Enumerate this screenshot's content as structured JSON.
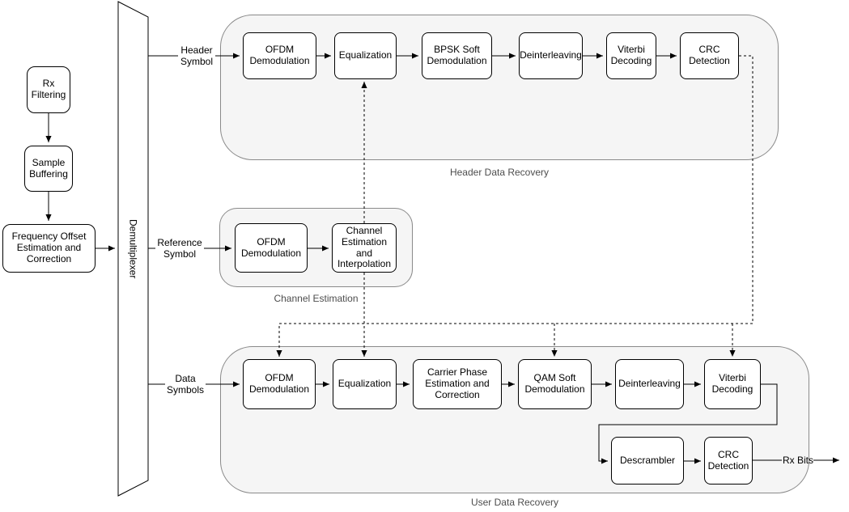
{
  "left_chain": {
    "rx_filtering": "Rx Filtering",
    "sample_buffering": "Sample Buffering",
    "frequency_offset": "Frequency Offset Estimation and Correction",
    "demultiplexer": "Demultiplexer"
  },
  "ports": {
    "header_symbol": [
      "Header",
      "Symbol"
    ],
    "reference_symbol": [
      "Reference",
      "Symbol"
    ],
    "data_symbols": [
      "Data",
      "Symbols"
    ],
    "rx_bits": "Rx Bits"
  },
  "header_recovery": {
    "label": "Header Data Recovery",
    "blocks": [
      "OFDM Demodulation",
      "Equalization",
      "BPSK Soft Demodulation",
      "Deinterleaving",
      "Viterbi Decoding",
      "CRC Detection"
    ]
  },
  "channel_estimation": {
    "label": "Channel Estimation",
    "blocks": [
      "OFDM Demodulation",
      "Channel Estimation and Interpolation"
    ]
  },
  "user_recovery": {
    "label": "User Data Recovery",
    "blocks": [
      "OFDM Demodulation",
      "Equalization",
      "Carrier Phase Estimation and Correction",
      "QAM Soft Demodulation",
      "Deinterleaving",
      "Viterbi Decoding",
      "Descrambler",
      "CRC Detection"
    ]
  },
  "colors": {
    "container_fill": "#f5f5f5",
    "container_stroke": "#8a8a8a",
    "block_fill": "#ffffff",
    "block_stroke": "#000000",
    "connector": "#000000",
    "group_label": "#4d4d4d"
  }
}
